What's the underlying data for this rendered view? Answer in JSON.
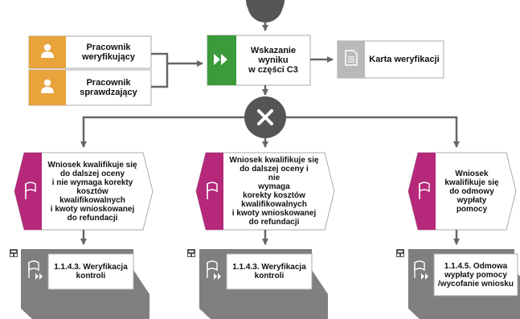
{
  "roles": [
    {
      "label": "Pracownik\nweryfikujący",
      "icon": "person-icon"
    },
    {
      "label": "Pracownik\nsprawdzający",
      "icon": "person-icon"
    }
  ],
  "function_main": {
    "label": "Wskazanie\nwyniku\nw części C3",
    "icon": "double-chevron-icon"
  },
  "document": {
    "label": "Karta weryfikacji",
    "icon": "document-icon"
  },
  "gateway": {
    "type": "XOR",
    "icon": "x-icon"
  },
  "events": [
    {
      "label": "Wniosek kwalifikuje się\ndo dalszej oceny\ni nie wymaga korekty\nkosztów\nkwalifikowalnych\ni kwoty wnioskowanej\ndo refundacji",
      "icon": "flag-icon"
    },
    {
      "label": "Wniosek kwalifikuje się\ndo dalszej oceny i\nnie\nwymaga\nkorekty kosztów\nkwalifikowalnych\ni kwoty wnioskowanej\ndo refundacji",
      "icon": "flag-icon"
    },
    {
      "label": "Wniosek\nkwalifikuje się\ndo odmowy\nwypłaty\npomocy",
      "icon": "flag-icon"
    }
  ],
  "processes": [
    {
      "label": "1.1.4.3. Weryfikacja\nkontroli",
      "icon": "process-flag-icon",
      "hierarchy_icon": "hierarchy-icon"
    },
    {
      "label": "1.1.4.3. Weryfikacja\nkontroli",
      "icon": "process-flag-icon",
      "hierarchy_icon": "hierarchy-icon"
    },
    {
      "label": "1.1.4.5. Odmowa\nwypłaty pomocy\n/wycofanie wniosku",
      "icon": "process-flag-icon",
      "hierarchy_icon": "hierarchy-icon"
    }
  ],
  "colors": {
    "role_icon_bg": "#E8A33A",
    "function_icon_bg": "#3B9B3A",
    "document_icon_bg": "#B9B9B9",
    "event_icon_bg": "#B5287A",
    "process_fill": "#7F7F7F",
    "gateway_fill": "#555555",
    "connector": "#666666",
    "box_border": "#AAAAAA"
  }
}
